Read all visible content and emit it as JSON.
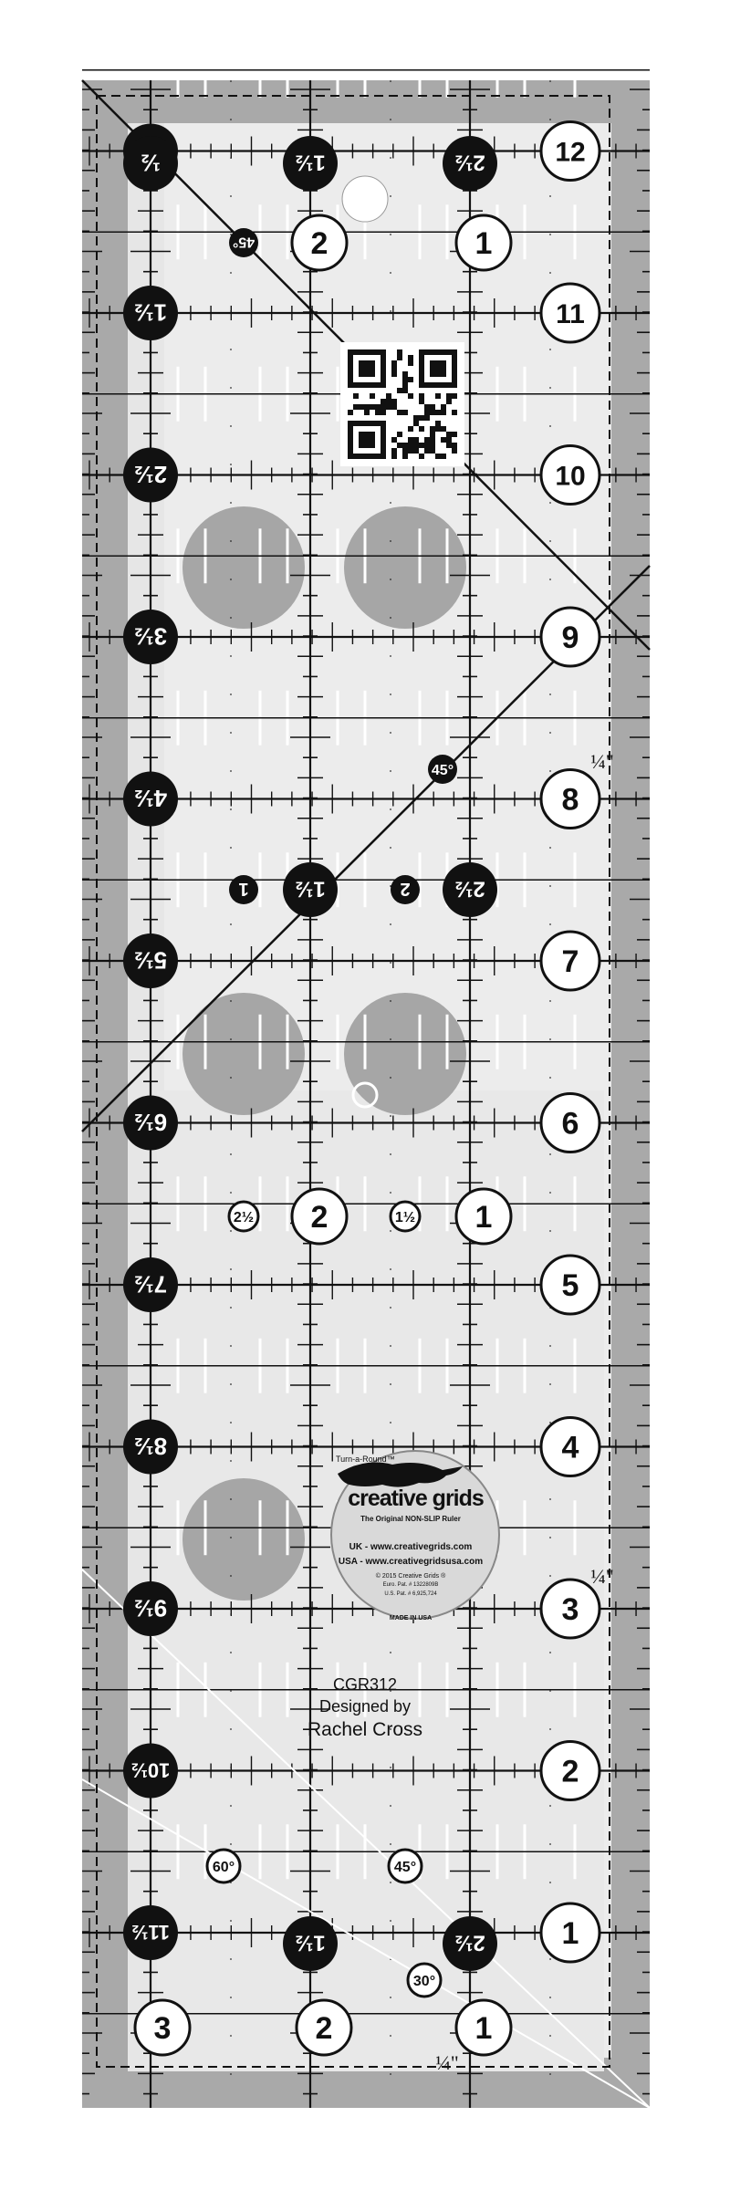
{
  "ruler": {
    "brand": {
      "trademark": "Turn-a-Round™",
      "name": "creative grids",
      "tagline": "The Original NON-SLIP Ruler",
      "uk_web": "UK - www.creativegrids.com",
      "usa_web": "USA - www.creativegridsusa.com",
      "copyright": "© 2015 Creative Grids ®",
      "euro_patent": "Euro. Pat. # 1322809B",
      "us_patent": "U.S. Pat. # 6,925,724",
      "made_in": "MADE IN USA"
    },
    "model": "CGR312",
    "designed_by": "Designed by",
    "designer": "Rachel Cross",
    "quarter_inch_label": "¼\"",
    "inch_numbers": [
      "1",
      "2",
      "3",
      "4",
      "5",
      "6",
      "7",
      "8",
      "9",
      "10",
      "11",
      "12"
    ],
    "left_half_labels": [
      "½",
      "1½",
      "2½",
      "3½",
      "4½",
      "5½",
      "6½",
      "7½",
      "8½",
      "9½",
      "10½",
      "11½"
    ],
    "width_numbers_top": [
      "2",
      "1"
    ],
    "width_numbers_middle": [
      "2½",
      "2",
      "1½",
      "1"
    ],
    "width_numbers_bottom": [
      "3",
      "2",
      "1"
    ],
    "half_markers_top": [
      "½",
      "1½",
      "2½"
    ],
    "half_markers_middle": [
      "1",
      "1½",
      "2",
      "2½"
    ],
    "half_markers_bottom": [
      "1½",
      "2½"
    ],
    "angle_labels": {
      "top": "45°",
      "diagonal": "45°",
      "bottom_60": "60°",
      "bottom_45": "45°",
      "bottom_30": "30°"
    },
    "colors": {
      "ruler_body": "#e6e6e6",
      "border_band": "#a9a9a9",
      "grip_dots": "#a6a6a6",
      "lines": "#111111",
      "markers_dark": "#111111",
      "markers_light": "#ffffff"
    },
    "icons": [
      "qr-code-icon",
      "greyhound-logo-icon",
      "hang-hole-icon"
    ]
  }
}
